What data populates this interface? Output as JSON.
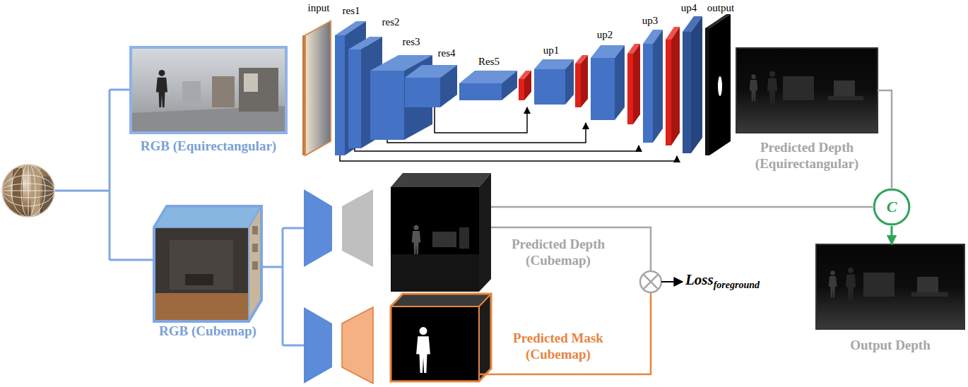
{
  "diagram": {
    "nodes": [
      {
        "text": [
          "RGB (Equirectangular)"
        ]
      },
      {
        "text": [
          "input",
          "res1",
          "res2",
          "res3",
          "res4",
          "Res5",
          "up1",
          "up2",
          "up3",
          "up4",
          "output"
        ]
      },
      {
        "text": [
          "Predicted Depth (Equirectangular)"
        ]
      },
      {
        "text": [
          "RGB (Cubemap)"
        ]
      },
      {
        "text": [
          "Predicted Depth (Cubemap)"
        ]
      },
      {
        "text": [
          "C"
        ]
      },
      {
        "text": [
          "Predicted Mask (Cubemap)"
        ]
      },
      {
        "text": [
          "Output Depth"
        ]
      }
    ],
    "edges": [
      {
        "from": 2,
        "to": 5,
        "arrow": "none"
      },
      {
        "from": 4,
        "to": 5,
        "arrow": "none"
      },
      {
        "from": 5,
        "to": 7,
        "arrow": "to"
      }
    ],
    "labels": [
      "Loss",
      "foreground"
    ]
  }
}
